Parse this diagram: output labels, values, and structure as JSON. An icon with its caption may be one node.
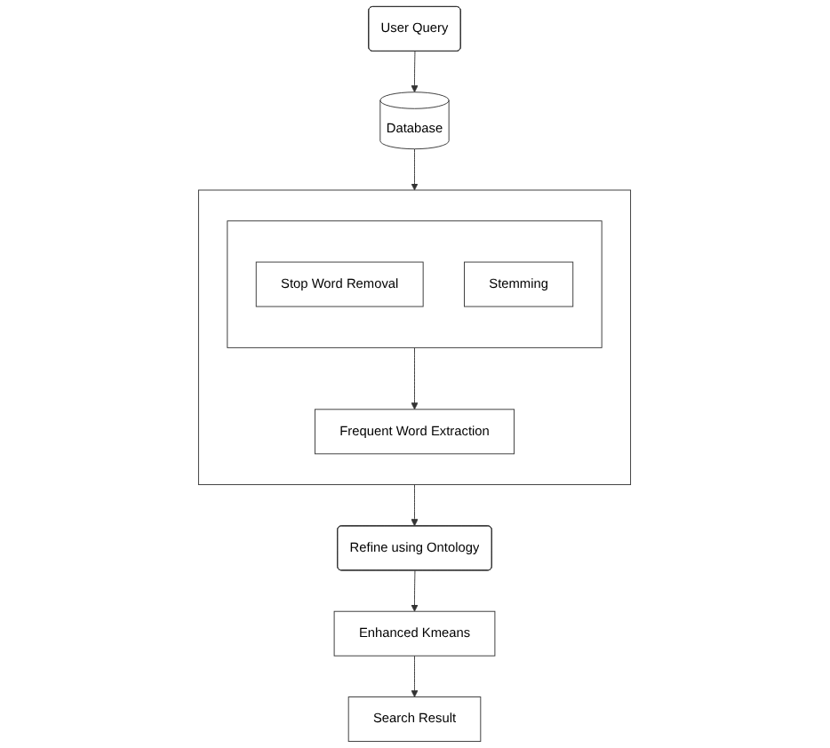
{
  "diagram": {
    "nodes": [
      {
        "text": [
          "User Query"
        ]
      },
      {
        "text": [
          "Database"
        ]
      },
      {
        "text": [],
        "shape": "box"
      },
      {
        "text": [],
        "shape": "box",
        "in": 2
      },
      {
        "text": [
          "Stop Word Removal"
        ],
        "in": 3
      },
      {
        "text": [
          "Stemming"
        ],
        "in": 3
      },
      {
        "text": [
          "Frequent Word Extraction"
        ],
        "in": 2
      },
      {
        "text": [
          "Refine using Ontology"
        ]
      },
      {
        "text": [
          "Enhanced Kmeans"
        ]
      },
      {
        "text": [
          "Search Result"
        ]
      }
    ],
    "edges": [
      {
        "from": 0,
        "to": 1,
        "arrow": "to"
      },
      {
        "from": 1,
        "to": 2,
        "arrow": "to"
      },
      {
        "from": 3,
        "to": 6,
        "arrow": "to"
      },
      {
        "from": 2,
        "to": 7,
        "arrow": "to"
      },
      {
        "from": 7,
        "to": 8,
        "arrow": "to"
      },
      {
        "from": 8,
        "to": 9,
        "arrow": "to"
      }
    ]
  }
}
